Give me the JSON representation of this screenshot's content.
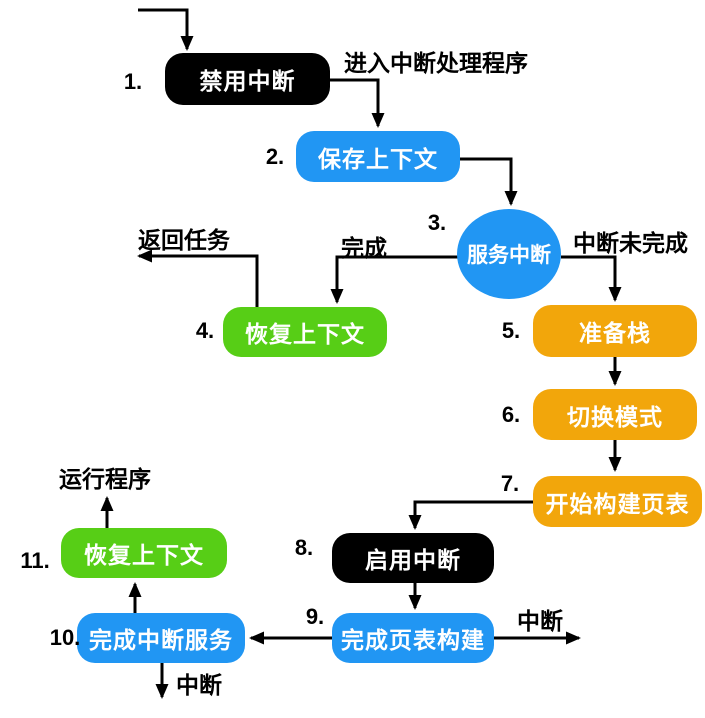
{
  "colors": {
    "background": "#ffffff",
    "line": "#000000",
    "node_text": "#ffffff",
    "label_text": "#000000",
    "black": "#000000",
    "blue": "#2196F3",
    "green": "#57CE16",
    "orange": "#F2A60B"
  },
  "nodes": [
    {
      "num": "1.",
      "label": "禁用中断",
      "color": "black",
      "shape": "rect"
    },
    {
      "num": "2.",
      "label": "保存上下文",
      "color": "blue",
      "shape": "rect"
    },
    {
      "num": "3.",
      "label": "服务中断",
      "color": "blue",
      "shape": "ellipse"
    },
    {
      "num": "4.",
      "label": "恢复上下文",
      "color": "green",
      "shape": "rect"
    },
    {
      "num": "5.",
      "label": "准备栈",
      "color": "orange",
      "shape": "rect"
    },
    {
      "num": "6.",
      "label": "切换模式",
      "color": "orange",
      "shape": "rect"
    },
    {
      "num": "7.",
      "label": "开始构建页表",
      "color": "orange",
      "shape": "rect"
    },
    {
      "num": "8.",
      "label": "启用中断",
      "color": "black",
      "shape": "rect"
    },
    {
      "num": "9.",
      "label": "完成页表构建",
      "color": "blue",
      "shape": "rect"
    },
    {
      "num": "10.",
      "label": "完成中断服务",
      "color": "blue",
      "shape": "rect"
    },
    {
      "num": "11.",
      "label": "恢复上下文",
      "color": "green",
      "shape": "rect"
    }
  ],
  "edge_labels": {
    "enter_handler": "进入中断处理程序",
    "return_task": "返回任务",
    "done": "完成",
    "interrupt_not_done": "中断未完成",
    "run_program": "运行程序",
    "interrupt_right": "中断",
    "interrupt_bottom": "中断"
  }
}
